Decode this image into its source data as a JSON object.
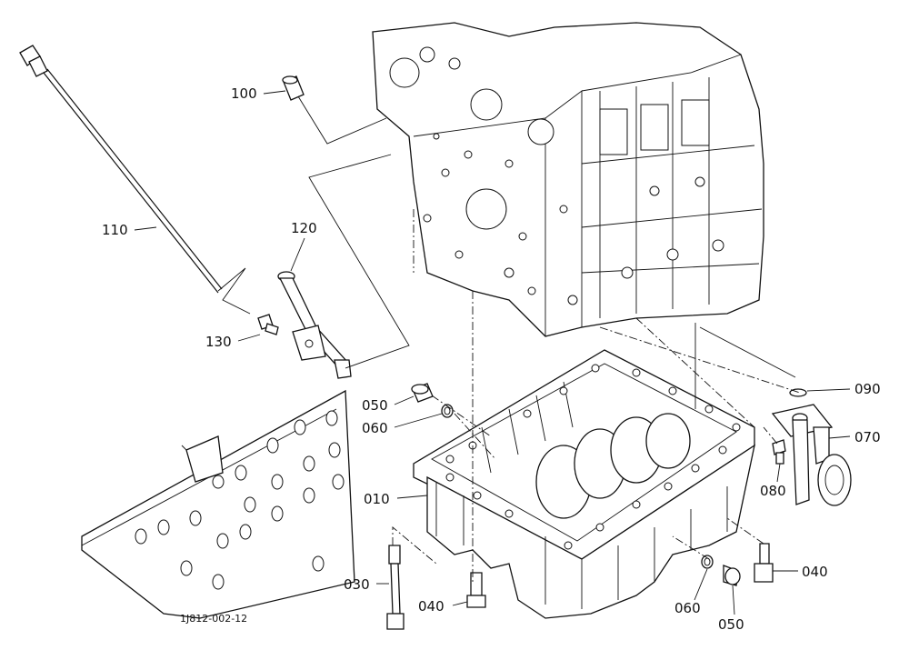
{
  "diagram": {
    "drawing_code": "1J812-002-12",
    "callouts": [
      {
        "id": "100",
        "text": "100"
      },
      {
        "id": "110",
        "text": "110"
      },
      {
        "id": "120",
        "text": "120"
      },
      {
        "id": "130",
        "text": "130"
      },
      {
        "id": "050a",
        "text": "050"
      },
      {
        "id": "060a",
        "text": "060"
      },
      {
        "id": "010",
        "text": "010"
      },
      {
        "id": "030",
        "text": "030"
      },
      {
        "id": "040a",
        "text": "040"
      },
      {
        "id": "040b",
        "text": "040"
      },
      {
        "id": "060b",
        "text": "060"
      },
      {
        "id": "050b",
        "text": "050"
      },
      {
        "id": "090",
        "text": "090"
      },
      {
        "id": "070",
        "text": "070"
      },
      {
        "id": "080",
        "text": "080"
      }
    ]
  }
}
